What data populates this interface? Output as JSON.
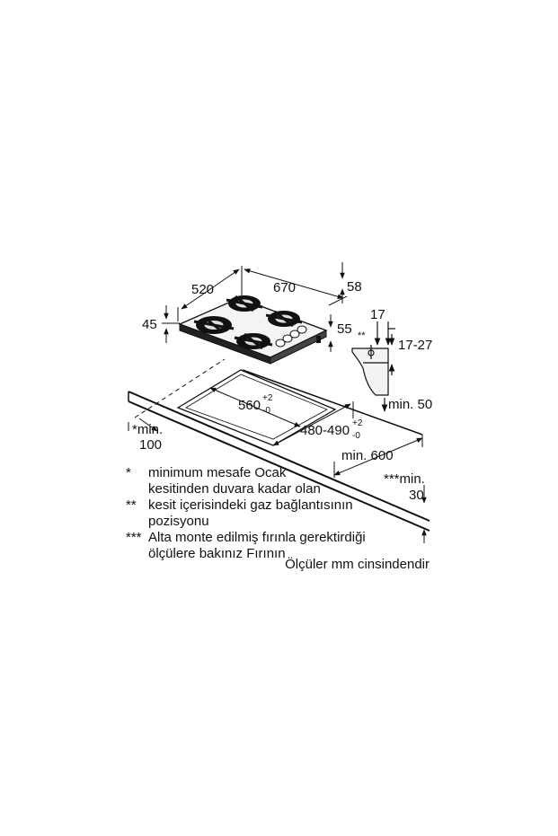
{
  "dimensions": {
    "width": "520",
    "depth": "670",
    "height_right": "58",
    "height_left": "45",
    "gas_height": "55",
    "side_17": "17",
    "side_17_27": "17-27",
    "side_marker": "**",
    "min_50": "min. 50",
    "cutout_width": {
      "base": "560",
      "sup": "+2",
      "sub": "-0"
    },
    "cutout_depth": {
      "base": "480-490",
      "sup": "+2",
      "sub": "-0"
    },
    "min_600": "min. 600",
    "wall_min_line1": "*min.",
    "wall_min_line2": "100",
    "bottom_min_line1": "***min.",
    "bottom_min_line2": "30"
  },
  "notes": [
    {
      "mark": "*",
      "lines": [
        "minimum mesafe Ocak",
        "kesitinden duvara kadar olan"
      ]
    },
    {
      "mark": "**",
      "lines": [
        "kesit içerisindeki gaz bağlantısının",
        "pozisyonu"
      ]
    },
    {
      "mark": "***",
      "lines": [
        "Alta monte edilmiş fırınla gerektirdiği",
        "ölçülere bakınız Fırının"
      ]
    }
  ],
  "units_note": "Ölçüler mm cinsindendir",
  "icons": {
    "hob": "gas-hob-4-burner-icon",
    "profile": "countertop-profile-icon"
  }
}
